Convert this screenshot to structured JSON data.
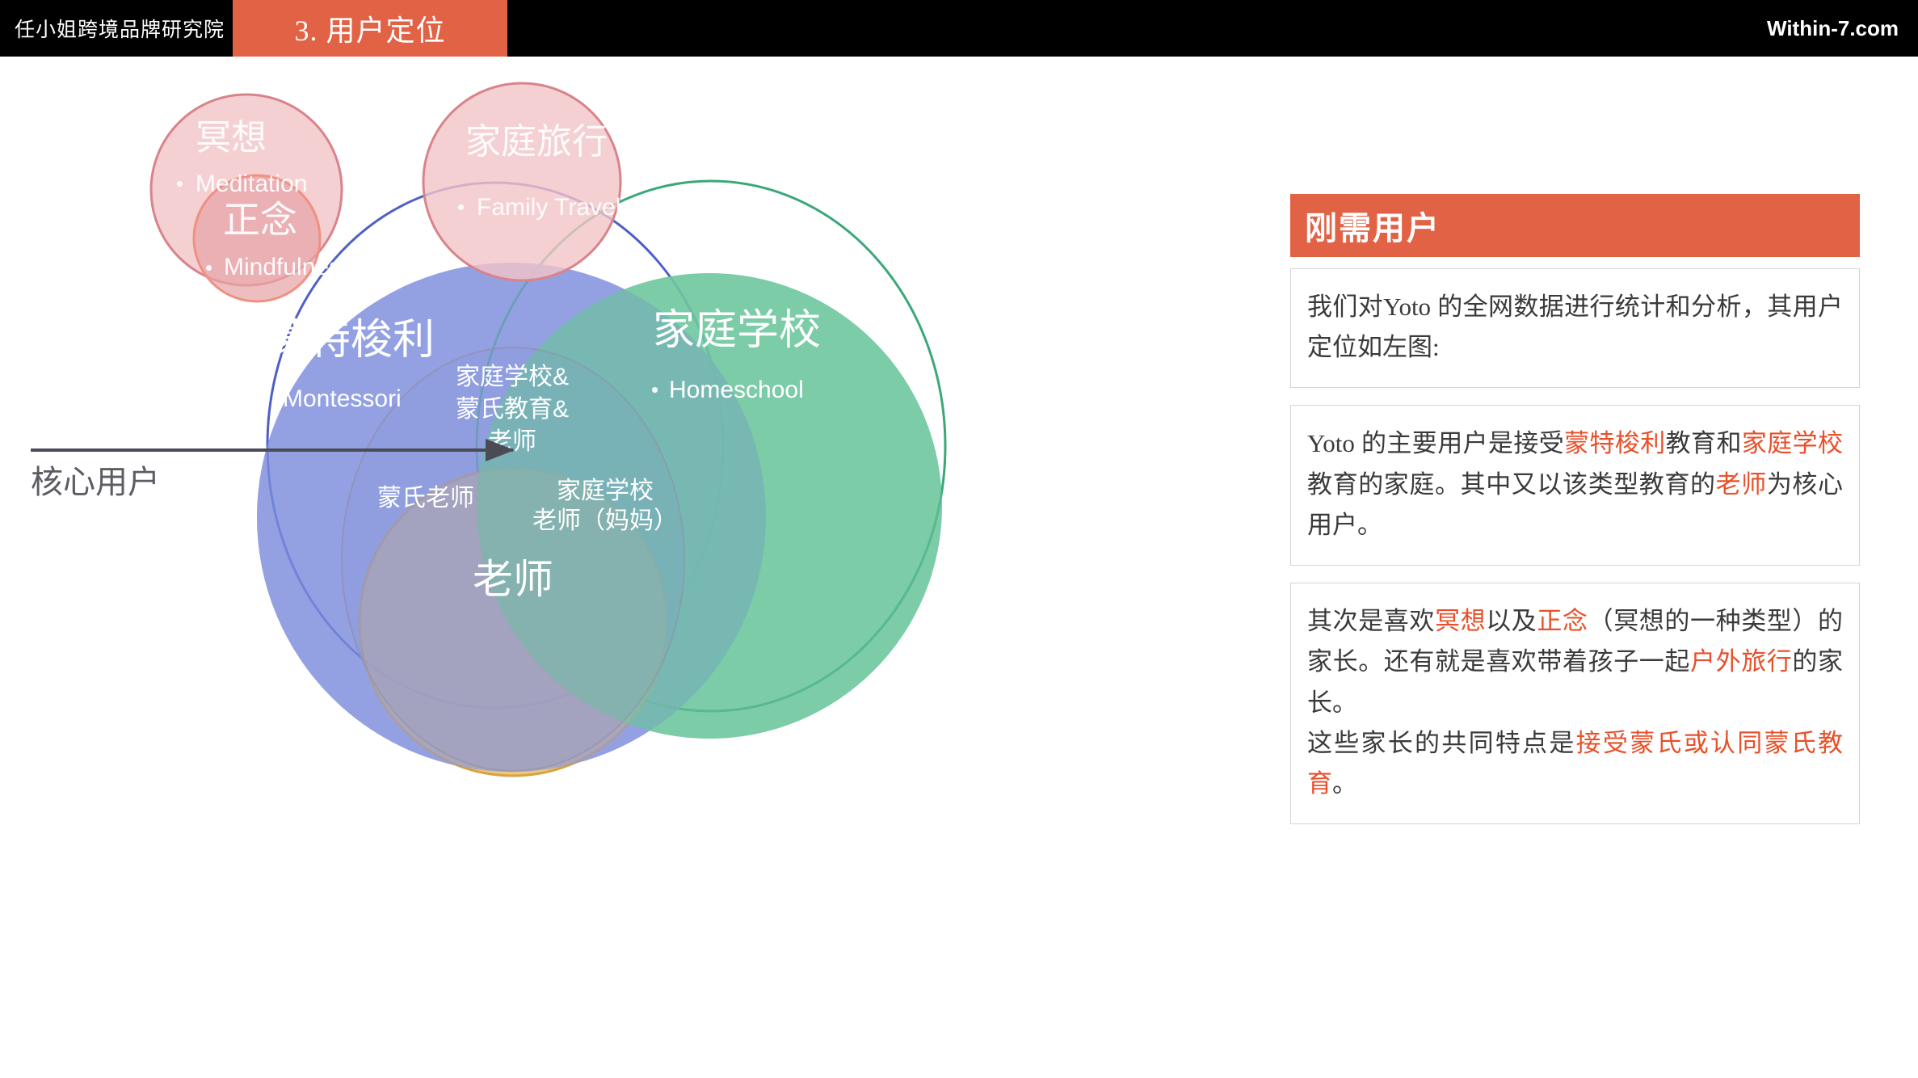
{
  "header": {
    "brand": "任小姐跨境品牌研究院",
    "chapter": "3. 用户定位",
    "site": "Within-7.com",
    "bar_color": "#000000",
    "accent_color": "#e26245"
  },
  "diagram": {
    "arrow_label": "核心用户",
    "circles": [
      {
        "id": "meditation",
        "zh": "冥想",
        "en": "Meditation",
        "fill": "#f2c4c8",
        "stroke": "#d07e85"
      },
      {
        "id": "mindfulness",
        "zh": "正念",
        "en": "Mindfulness",
        "fill": "#e8a3a8",
        "stroke": "#ef9080"
      },
      {
        "id": "family-travel",
        "zh": "家庭旅行",
        "en": "Family Travel",
        "fill": "#f2c4c8",
        "stroke": "#d07e85"
      },
      {
        "id": "montessori",
        "zh": "蒙特梭利",
        "en": "Montessori",
        "fill": "#8a9ae0",
        "stroke": "#4e5fc8"
      },
      {
        "id": "homeschool",
        "zh": "家庭学校",
        "en": "Homeschool",
        "fill": "#7dcaa5",
        "stroke": "#3aa878"
      },
      {
        "id": "teacher",
        "zh": "老师",
        "en": "",
        "fill": "#ebc276",
        "stroke": "#d7a23f"
      }
    ],
    "intersections": [
      {
        "id": "core",
        "lines": [
          "家庭学校&",
          "蒙氏教育&",
          "老师"
        ]
      },
      {
        "id": "montessori-teacher",
        "lines": [
          "蒙氏老师"
        ]
      },
      {
        "id": "homeschool-teacher",
        "lines": [
          "家庭学校",
          "老师（妈妈）"
        ]
      }
    ]
  },
  "panel": {
    "title": "刚需用户",
    "cards": [
      {
        "id": "card-1",
        "segments": [
          {
            "t": "我们对Yoto 的全网数据进行统计和分析，其用户定位如左图:",
            "hl": false
          }
        ]
      },
      {
        "id": "card-2",
        "segments": [
          {
            "t": "Yoto 的主要用户是接受",
            "hl": false
          },
          {
            "t": "蒙特梭利",
            "hl": true
          },
          {
            "t": "教育和",
            "hl": false
          },
          {
            "t": "家庭学校",
            "hl": true
          },
          {
            "t": "教育的家庭。其中又以该类型教育的",
            "hl": false
          },
          {
            "t": "老师",
            "hl": true
          },
          {
            "t": "为核心用户。",
            "hl": false
          }
        ]
      },
      {
        "id": "card-3",
        "segments": [
          {
            "t": "其次是喜欢",
            "hl": false
          },
          {
            "t": "冥想",
            "hl": true
          },
          {
            "t": "以及",
            "hl": false
          },
          {
            "t": "正念",
            "hl": true
          },
          {
            "t": "（冥想的一种类型）的家长。还有就是喜欢带着孩子一起",
            "hl": false
          },
          {
            "t": "户外旅行",
            "hl": true
          },
          {
            "t": "的家长。",
            "hl": false
          },
          {
            "t": "\n",
            "hl": false
          },
          {
            "t": "这些家长的共同特点是",
            "hl": false
          },
          {
            "t": "接受蒙氏或认同蒙氏教育",
            "hl": true
          },
          {
            "t": "。",
            "hl": false
          }
        ]
      }
    ],
    "highlight_color": "#e8502a",
    "text_color": "#3a3a3a"
  }
}
